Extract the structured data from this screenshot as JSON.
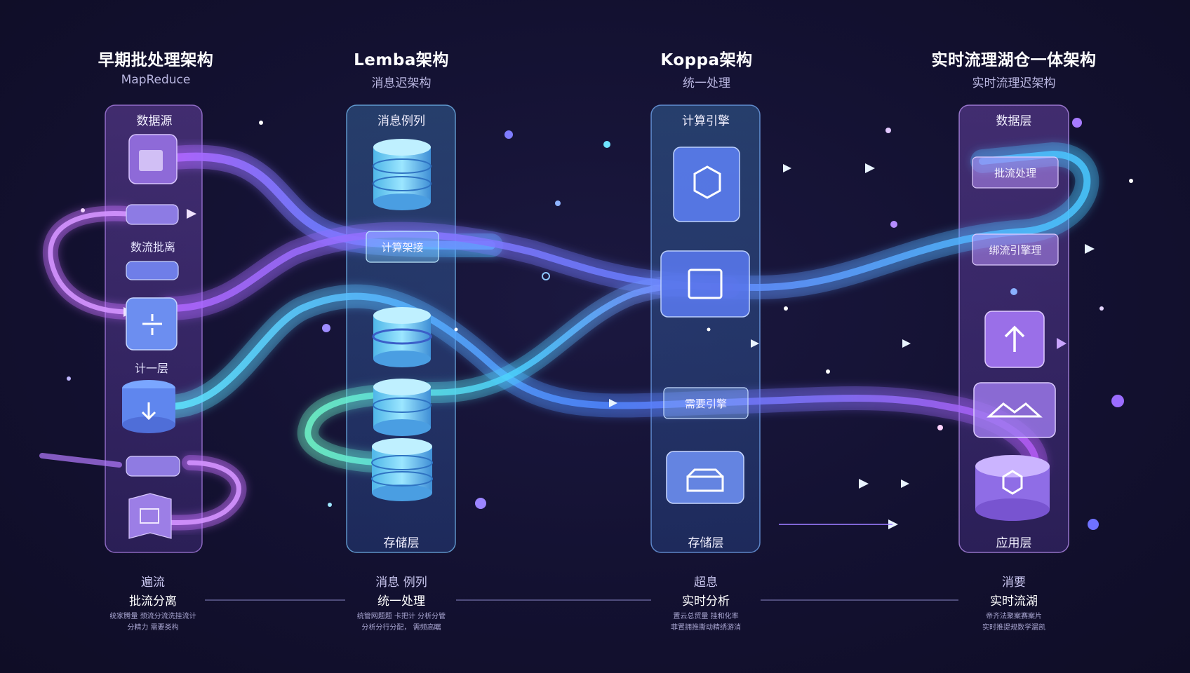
{
  "columns": [
    {
      "title": "早期批处理架构",
      "subtitle": "MapReduce",
      "panel_top": "数据源",
      "panel_bottom": "",
      "foot_a": "遍流",
      "foot_b": "批流分离",
      "foot_c1": "统家腾量 颈流分流洗挂流计",
      "foot_c2": "分精力 需要类构"
    },
    {
      "title": "Lemba架构",
      "subtitle": "消息迟架构",
      "panel_top": "消息例列",
      "panel_bottom": "存储层",
      "foot_a": "消息 例列",
      "foot_b": "统一处理",
      "foot_c1": "统管网题题 卡把计 分析分管",
      "foot_c2": "分析分行分配， 需频高瞩"
    },
    {
      "title": "Koppa架构",
      "subtitle": "统一处理",
      "panel_top": "计算引擎",
      "panel_bottom": "存储层",
      "foot_a": "超息",
      "foot_b": "实时分析",
      "foot_c1": "置云总贸量 挂和化率",
      "foot_c2": "菲置拥推撕动精绣游消"
    },
    {
      "title": "实时流理湖仓一体架构",
      "subtitle": "实时流理迟架构",
      "panel_top": "数据层",
      "panel_bottom": "应用层",
      "foot_a": "消要",
      "foot_b": "实时流湖",
      "foot_c1": "帝齐法聚案赛案片",
      "foot_c2": "实时推提规数学漏凯"
    }
  ],
  "left_side_labels": {
    "mid": "数流批离",
    "low": "计一层"
  },
  "chips": {
    "lemba_mid": "计算架接",
    "koppa_mid": "需要引擎",
    "lake_top": "批流处理",
    "lake_mid": "绑流引擎理"
  },
  "icons": [
    "table-icon",
    "arrow-down-icon",
    "arrow-up-icon",
    "cube-icon",
    "box-icon",
    "database-icon"
  ],
  "colors": {
    "purple": "#a05cf0",
    "blue": "#4d7cff",
    "cyan": "#44d6f2",
    "teal": "#5ff0c8",
    "background": "#131131"
  }
}
